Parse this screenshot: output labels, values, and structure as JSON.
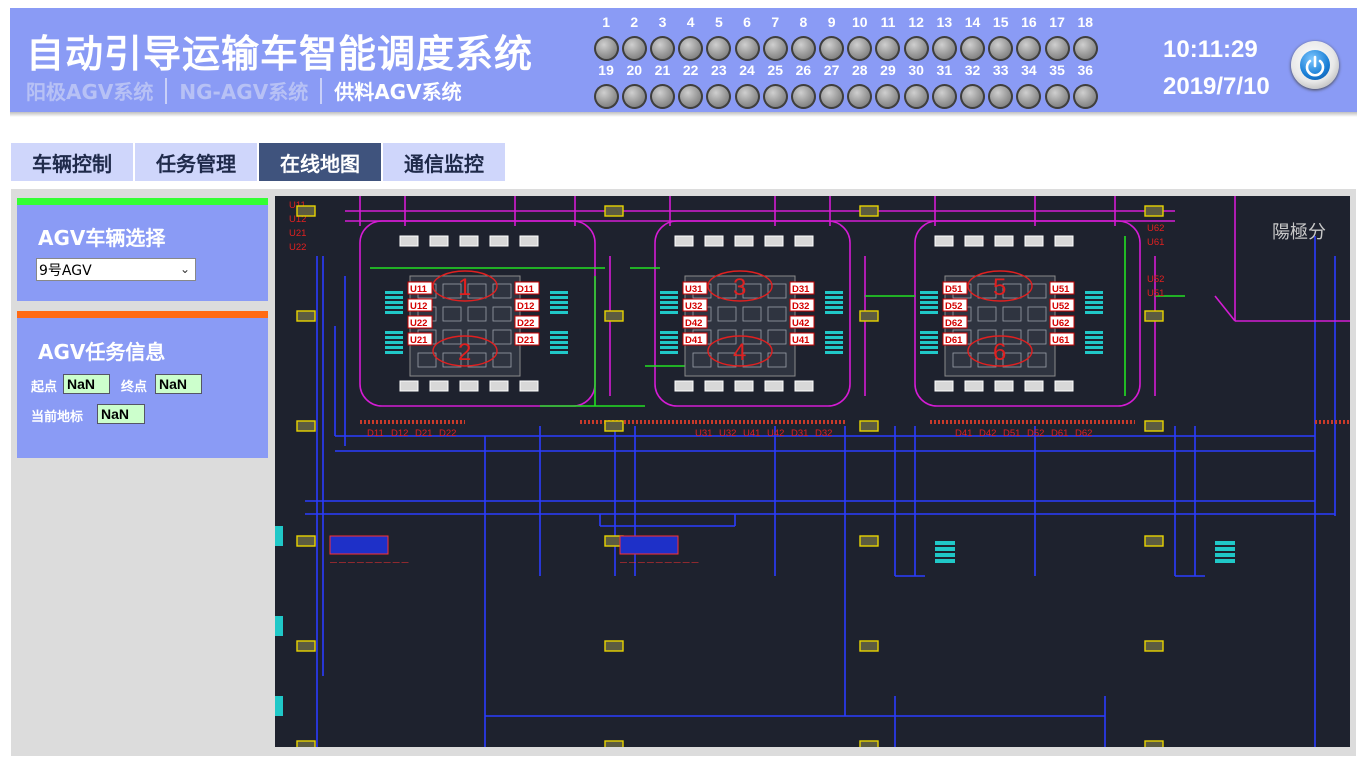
{
  "header": {
    "title": "自动引导运输车智能调度系统",
    "subsystems": [
      {
        "label": "阳极AGV系统",
        "active": false
      },
      {
        "label": "NG-AGV系统",
        "active": false
      },
      {
        "label": "供料AGV系统",
        "active": true
      }
    ],
    "lights_row1": [
      "1",
      "2",
      "3",
      "4",
      "5",
      "6",
      "7",
      "8",
      "9",
      "10",
      "11",
      "12",
      "13",
      "14",
      "15",
      "16",
      "17",
      "18"
    ],
    "lights_row2": [
      "19",
      "20",
      "21",
      "22",
      "23",
      "24",
      "25",
      "26",
      "27",
      "28",
      "29",
      "30",
      "31",
      "32",
      "33",
      "34",
      "35",
      "36"
    ],
    "time": "10:11:29",
    "date": "2019/7/10",
    "power_icon": "power-icon"
  },
  "tabs": [
    {
      "label": "车辆控制",
      "active": false
    },
    {
      "label": "任务管理",
      "active": false
    },
    {
      "label": "在线地图",
      "active": true
    },
    {
      "label": "通信监控",
      "active": false
    }
  ],
  "vehicle_panel": {
    "title": "AGV车辆选择",
    "selected": "9号AGV",
    "accent": "#33ff33"
  },
  "task_panel": {
    "title": "AGV任务信息",
    "start_label": "起点",
    "start_value": "NaN",
    "end_label": "终点",
    "end_value": "NaN",
    "landmark_label": "当前地标",
    "landmark_value": "NaN",
    "accent": "#ff6a13"
  },
  "map": {
    "groups": [
      {
        "number": "1",
        "left_codes": [
          "U11",
          "U12",
          "U22",
          "U21"
        ],
        "right_codes": [
          "D11",
          "D12",
          "D22",
          "D21"
        ],
        "second_number": "2"
      },
      {
        "number": "3",
        "left_codes": [
          "U31",
          "U32",
          "D42",
          "D41"
        ],
        "right_codes": [
          "D31",
          "D32",
          "U42",
          "U41"
        ],
        "second_number": "4"
      },
      {
        "number": "5",
        "left_codes": [
          "D51",
          "D52",
          "D62",
          "D61"
        ],
        "right_codes": [
          "U51",
          "U52",
          "U62",
          "U61"
        ],
        "second_number": "6"
      }
    ],
    "bottom_labels": [
      [
        "D11",
        "D12",
        "D21",
        "D22"
      ],
      [
        "U31",
        "U32",
        "U41",
        "U42",
        "D31",
        "D32"
      ],
      [
        "D41",
        "D42",
        "D51",
        "D52",
        "D61",
        "D62"
      ]
    ],
    "left_edge_labels": [
      "U11",
      "U12",
      "U21",
      "U22"
    ],
    "right_edge_labels": [
      "U62",
      "U61",
      "U52",
      "U51"
    ],
    "area_label": "陽極分"
  }
}
